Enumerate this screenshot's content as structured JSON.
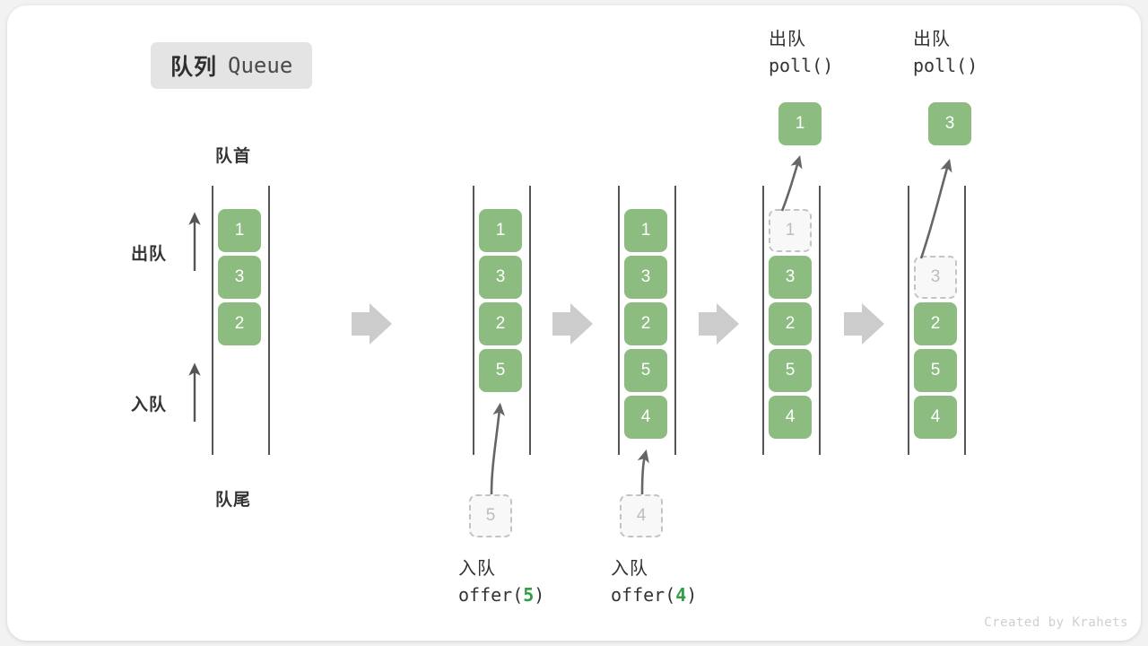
{
  "title": {
    "cn": "队列",
    "en": "Queue"
  },
  "labels": {
    "front": "队首",
    "rear": "队尾",
    "dequeue": "出队",
    "enqueue": "入队"
  },
  "watermark": "Created by Krahets",
  "colors": {
    "element_green": "#8cbc80",
    "ghost_fill": "#f8f8f8",
    "ghost_border": "#c4c4c4",
    "rail": "#555555",
    "arrow_gray": "#cccccc",
    "text_dark": "#333333",
    "badge_bg": "#e4e4e4",
    "accent_green": "#2f9e44"
  },
  "columns": [
    {
      "id": "initial",
      "items": [
        "1",
        "3",
        "2"
      ],
      "ghost_index": null,
      "popped": null,
      "incoming": null,
      "op_cn": null,
      "op_code": null
    },
    {
      "id": "after-offer-5",
      "items": [
        "1",
        "3",
        "2",
        "5"
      ],
      "ghost_index": null,
      "popped": null,
      "incoming": "5",
      "op_cn": "入队",
      "op_code_prefix": "offer(",
      "op_code_value": "5",
      "op_code_suffix": ")"
    },
    {
      "id": "after-offer-4",
      "items": [
        "1",
        "3",
        "2",
        "5",
        "4"
      ],
      "ghost_index": null,
      "popped": null,
      "incoming": "4",
      "op_cn": "入队",
      "op_code_prefix": "offer(",
      "op_code_value": "4",
      "op_code_suffix": ")"
    },
    {
      "id": "poll-1",
      "items": [
        "1",
        "3",
        "2",
        "5",
        "4"
      ],
      "ghost_index": 0,
      "popped": "1",
      "incoming": null,
      "op_cn": "出队",
      "op_code_prefix": "poll(",
      "op_code_value": "",
      "op_code_suffix": ")"
    },
    {
      "id": "poll-3",
      "items": [
        "",
        "3",
        "2",
        "5",
        "4"
      ],
      "ghost_index": 1,
      "popped": "3",
      "incoming": null,
      "op_cn": "出队",
      "op_code_prefix": "poll(",
      "op_code_value": "",
      "op_code_suffix": ")"
    }
  ],
  "separators": [
    "arrow-right-icon",
    "arrow-right-icon",
    "arrow-right-icon",
    "arrow-right-icon"
  ]
}
